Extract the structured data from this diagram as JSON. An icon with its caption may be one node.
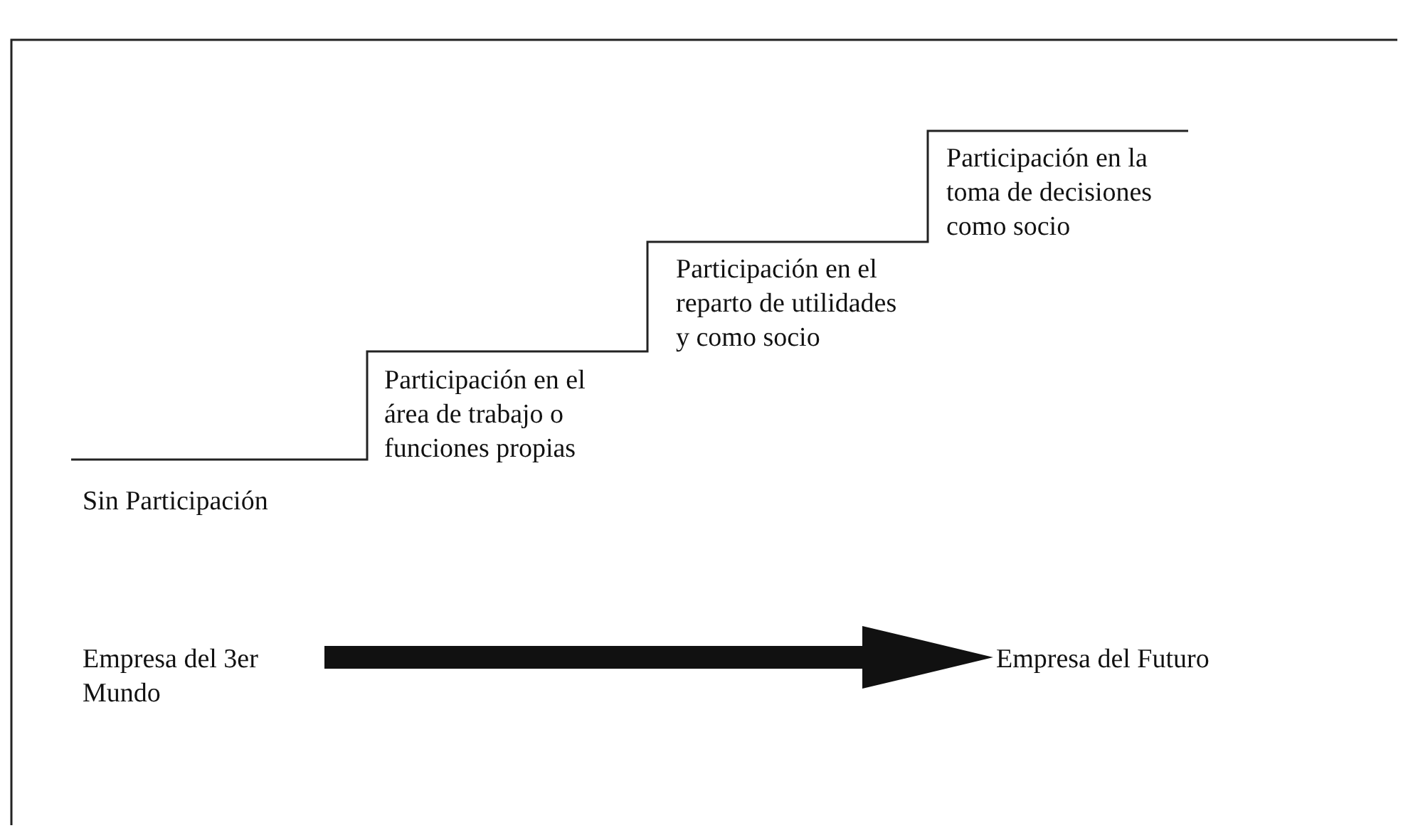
{
  "diagram": {
    "nodes": [
      {
        "text": [
          "Empresa del 3er Mundo"
        ]
      },
      {
        "text": [
          "Empresa del Futuro"
        ]
      }
    ],
    "edges": [
      {
        "from": 0,
        "to": 1,
        "arrow": "to"
      }
    ],
    "labels": [
      "Participación en la toma de decisiones como socio",
      "Participación en el reparto de utilidades y como socio",
      "Participación en el área de trabajo o funciones propias",
      "Sin Participación"
    ]
  }
}
